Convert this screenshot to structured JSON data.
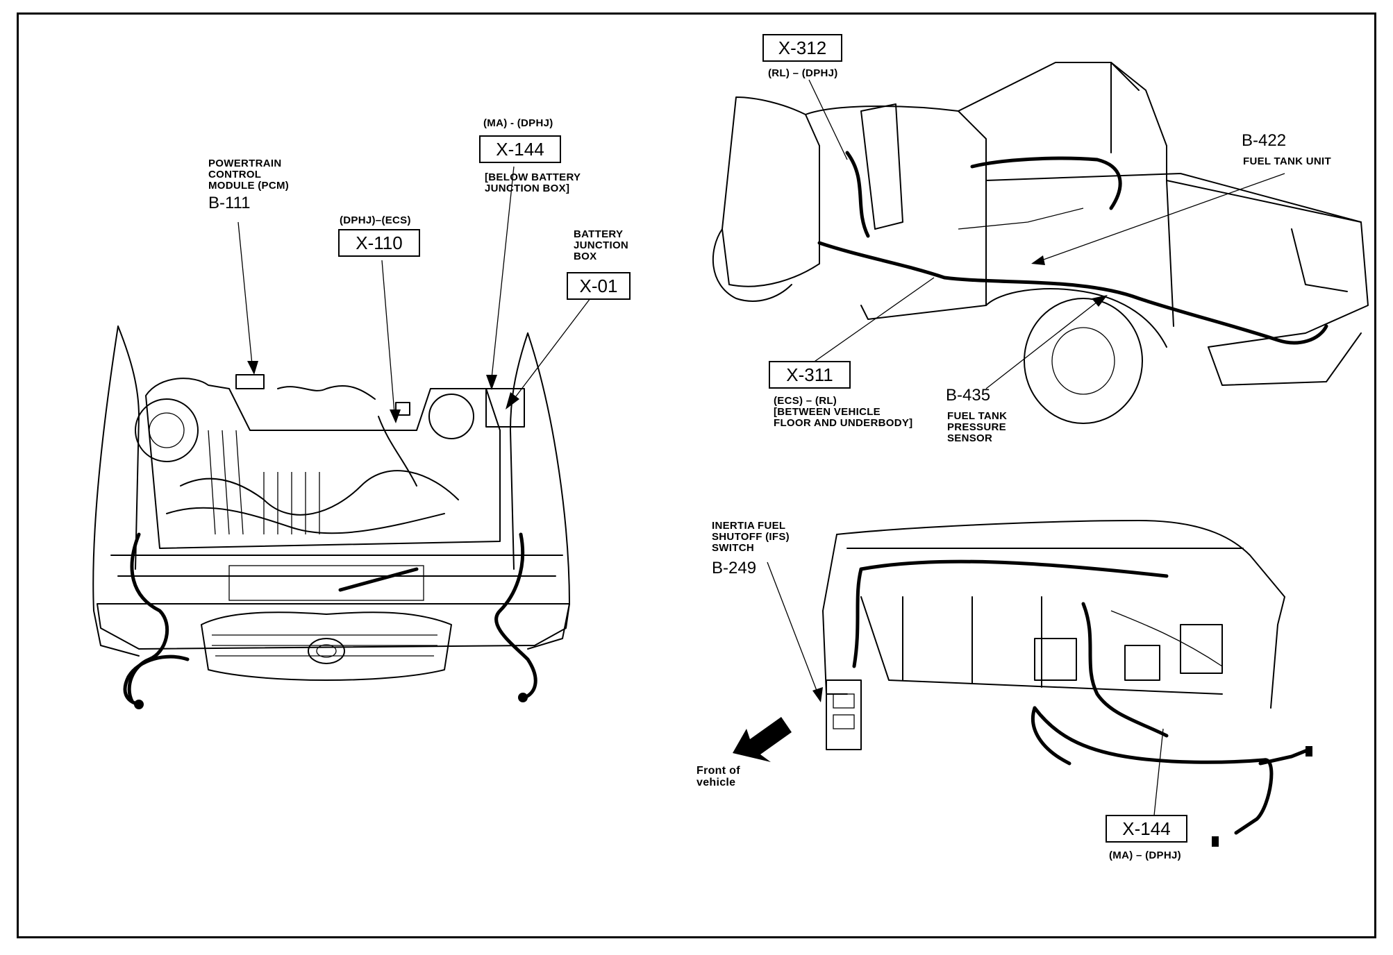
{
  "engine_bay": {
    "pcm": {
      "name": "POWERTRAIN\nCONTROL\nMODULE (PCM)",
      "code": "B-111"
    },
    "x110": {
      "note": "(DPHJ)–(ECS)",
      "code": "X-110"
    },
    "x144": {
      "note": "(MA) - (DPHJ)",
      "code": "X-144",
      "location": "[BELOW BATTERY\nJUNCTION BOX]"
    },
    "bjb": {
      "name": "BATTERY\nJUNCTION\nBOX",
      "code": "X-01"
    }
  },
  "truck": {
    "x312": {
      "code": "X-312",
      "note": "(RL) – (DPHJ)"
    },
    "b422": {
      "code": "B-422",
      "name": "FUEL TANK UNIT"
    },
    "x311": {
      "code": "X-311",
      "note": "(ECS) – (RL)\n[BETWEEN VEHICLE\nFLOOR AND UNDERBODY]"
    },
    "b435": {
      "code": "B-435",
      "name": "FUEL TANK\nPRESSURE\nSENSOR"
    }
  },
  "dash": {
    "b249": {
      "name": "INERTIA FUEL\nSHUTOFF (IFS)\nSWITCH",
      "code": "B-249"
    },
    "front": "Front  of\nvehicle",
    "x144": {
      "code": "X-144",
      "note": "(MA) – (DPHJ)"
    }
  }
}
